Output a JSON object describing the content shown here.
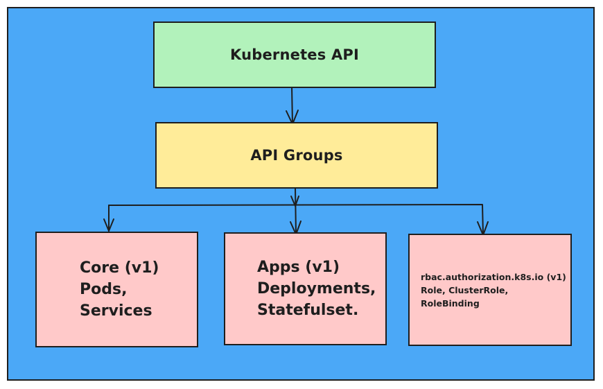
{
  "colors": {
    "canvas_bg": "#4ba8f7",
    "root_fill": "#b2f2bb",
    "group_fill": "#ffec99",
    "leaf_fill": "#ffc9c9",
    "stroke": "#1e1e1e"
  },
  "root": {
    "label": "Kubernetes API"
  },
  "group": {
    "label": "API Groups"
  },
  "leaves": [
    {
      "lines": [
        "Core (v1)",
        "Pods,",
        "Services"
      ]
    },
    {
      "lines": [
        "Apps (v1)",
        "Deployments,",
        "Statefulset."
      ]
    },
    {
      "lines": [
        "rbac.authorization.k8s.io (v1)",
        "Role, ClusterRole,",
        "RoleBinding"
      ]
    }
  ]
}
